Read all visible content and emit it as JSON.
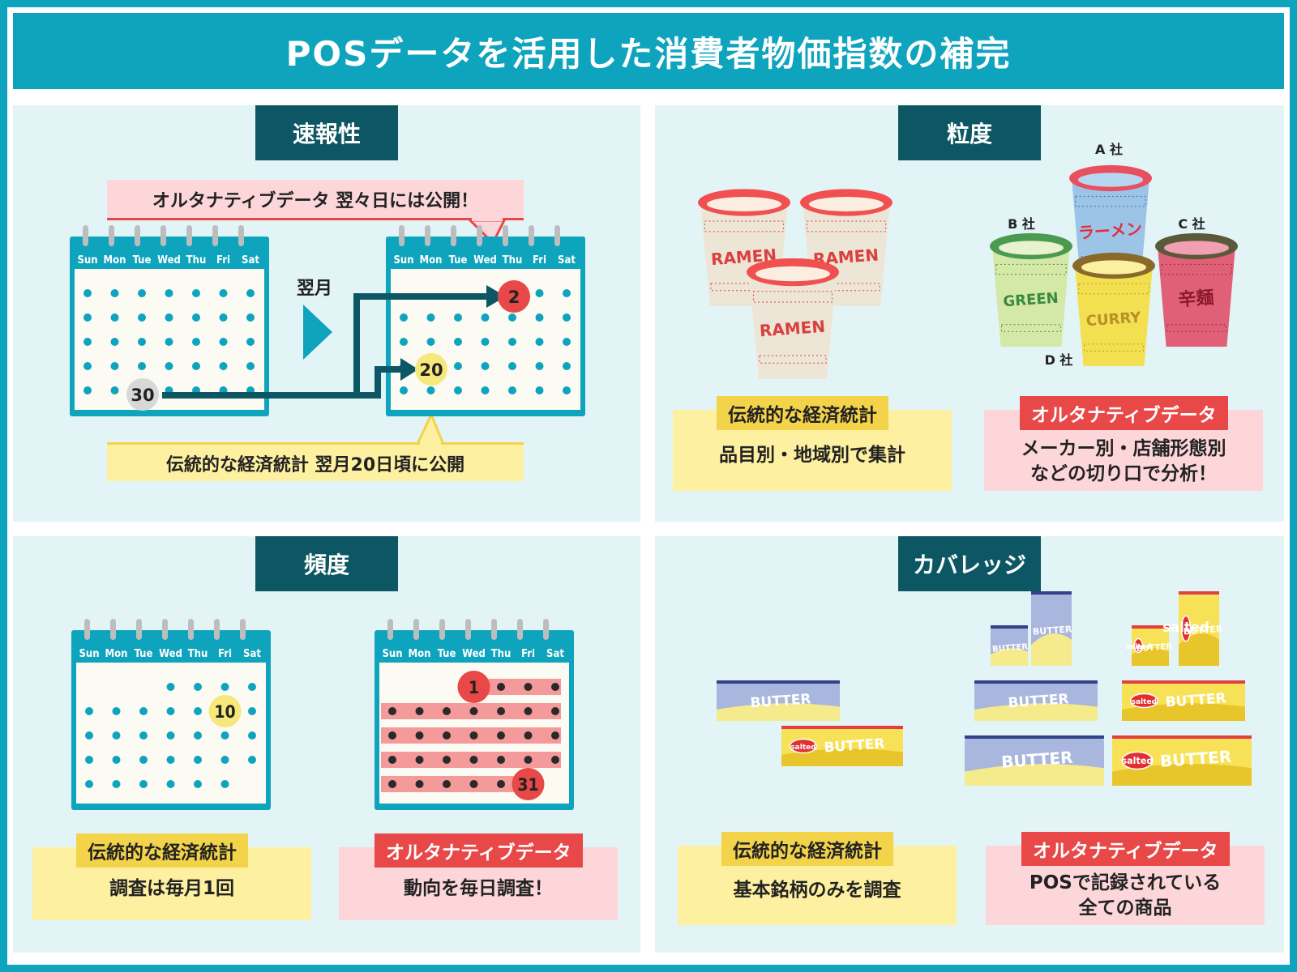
{
  "title": "POSデータを活用した消費者物価指数の補完",
  "weekdays": [
    "Sun",
    "Mon",
    "Tue",
    "Wed",
    "Thu",
    "Fri",
    "Sat"
  ],
  "colors": {
    "teal": "#0fa4bd",
    "dark_teal": "#0c5763",
    "panel_bg": "#e3f4f7",
    "traditional_yellow": "#f3d34a",
    "traditional_box": "#fdf0a0",
    "alternative_red": "#e84848",
    "alternative_box": "#fcd6d9"
  },
  "sections": {
    "speed": {
      "title": "速報性",
      "alt_callout": "オルタナティブデータ 翌々日には公開！",
      "trad_callout": "伝統的な経済統計 翌月20日頃に公開",
      "next_month_label": "翌月",
      "start_day": "30",
      "alt_day": "2",
      "trad_day": "20"
    },
    "granularity": {
      "title": "粒度",
      "cup_label": "RAMEN",
      "companies": [
        {
          "label": "A 社",
          "cup_text": "ラーメン"
        },
        {
          "label": "B 社",
          "cup_text": "GREEN"
        },
        {
          "label": "C 社",
          "cup_text": "辛麺"
        },
        {
          "label": "D 社",
          "cup_text": "CURRY"
        }
      ],
      "traditional": {
        "tag": "伝統的な経済統計",
        "text": "品目別・地域別で集計"
      },
      "alternative": {
        "tag": "オルタナティブデータ",
        "text_line1": "メーカー別・店舗形態別",
        "text_line2": "などの切り口で分析！"
      }
    },
    "frequency": {
      "title": "頻度",
      "trad_day": "10",
      "alt_first_day": "1",
      "alt_last_day": "31",
      "traditional": {
        "tag": "伝統的な経済統計",
        "text": "調査は毎月1回"
      },
      "alternative": {
        "tag": "オルタナティブデータ",
        "text": "動向を毎日調査！"
      }
    },
    "coverage": {
      "title": "カバレッジ",
      "butter_label": "BUTTER",
      "salted_label": "salted",
      "traditional": {
        "tag": "伝統的な経済統計",
        "text": "基本銘柄のみを調査"
      },
      "alternative": {
        "tag": "オルタナティブデータ",
        "text_line1": "POSで記録されている",
        "text_line2": "全ての商品"
      }
    }
  }
}
